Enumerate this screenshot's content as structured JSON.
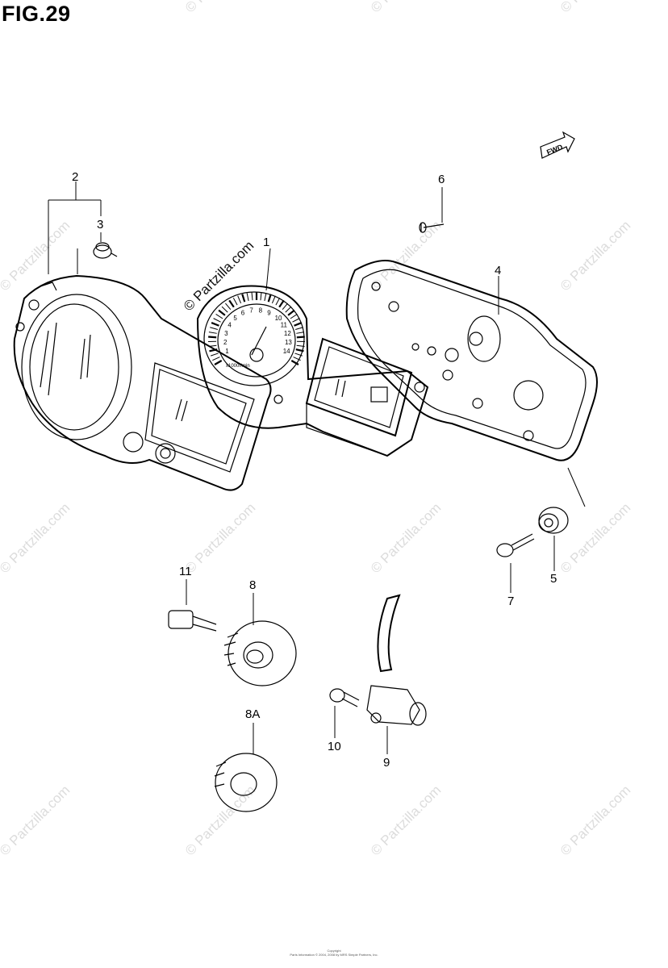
{
  "figure": {
    "title": "FIG.29"
  },
  "fwd_label": "FWD",
  "watermark": {
    "text": "© Partzilla.com",
    "main_text": "© Partzilla.com"
  },
  "callouts": {
    "c1": "1",
    "c2": "2",
    "c3": "3",
    "c4": "4",
    "c5": "5",
    "c6": "6",
    "c7": "7",
    "c8": "8",
    "c8a": "8A",
    "c9": "9",
    "c10": "10",
    "c11": "11"
  },
  "gauge": {
    "scale_numbers": [
      "1",
      "2",
      "3",
      "4",
      "5",
      "6",
      "7",
      "8",
      "9",
      "10",
      "11",
      "12",
      "13",
      "14"
    ],
    "unit": "x1000r/min"
  },
  "footer": {
    "line1": "Copyright",
    "line2": "Parts Information © 2004, 2008 by MRS Simple Partners, Inc."
  }
}
